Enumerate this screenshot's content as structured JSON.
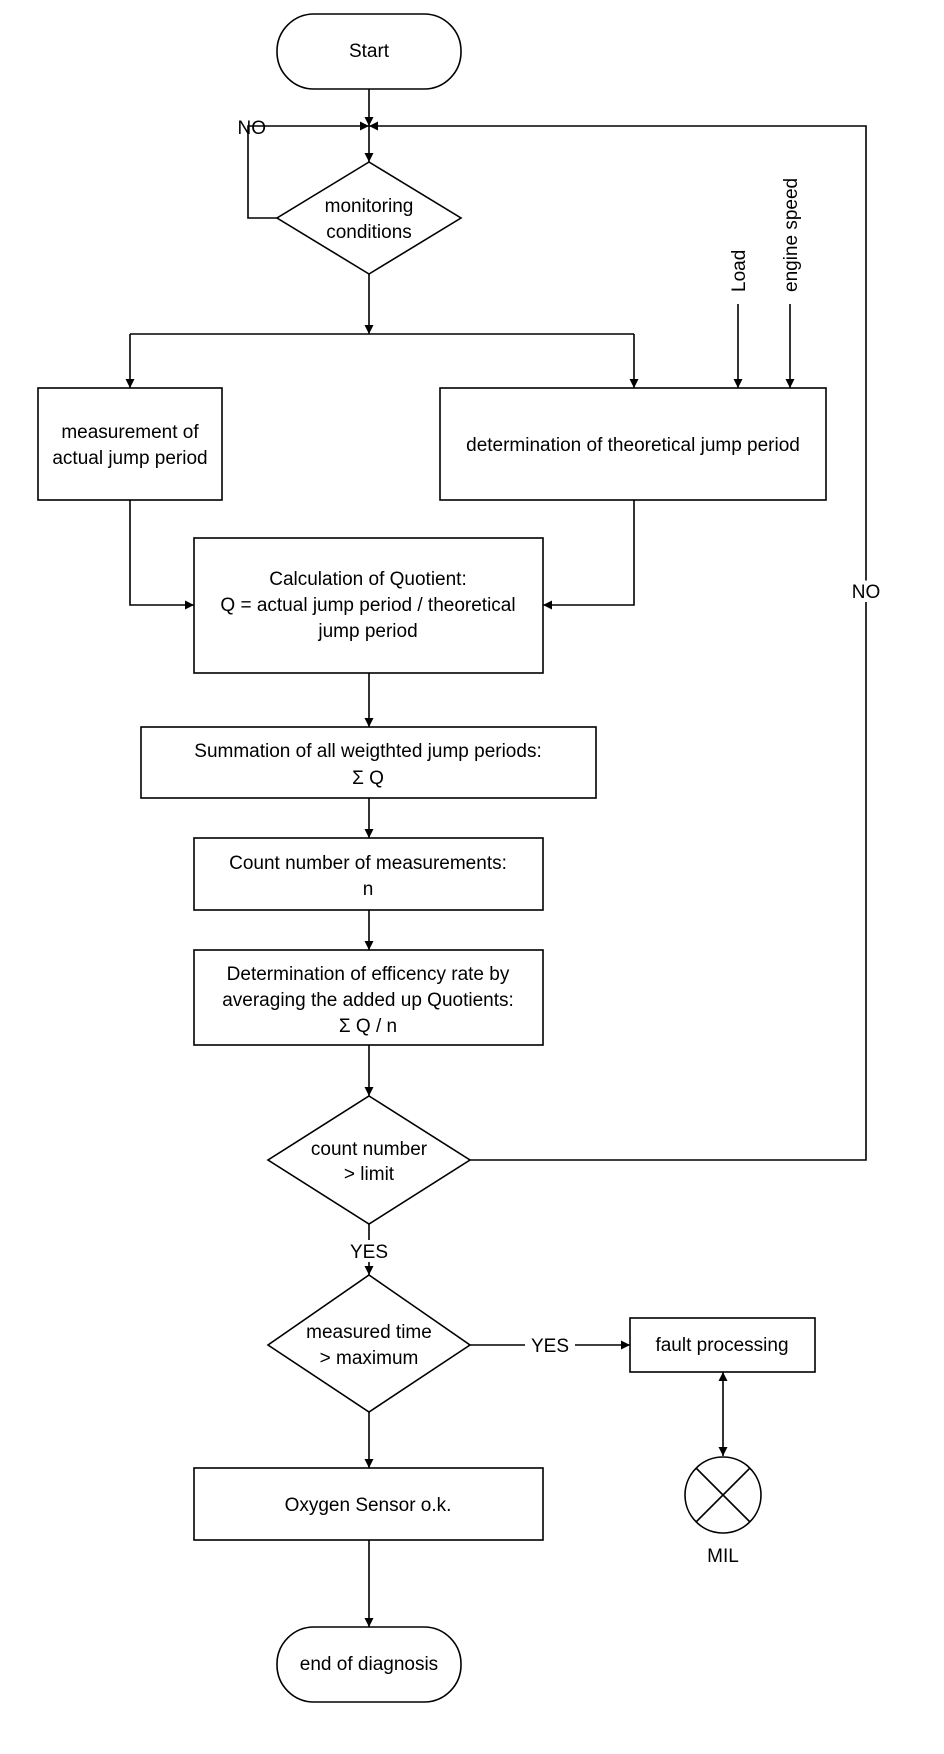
{
  "nodes": {
    "start": "Start",
    "monitoring_1": "monitoring",
    "monitoring_2": "conditions",
    "measurement_1": "measurement of",
    "measurement_2": "actual jump period",
    "determination": "determination of theoretical jump period",
    "load": "Load",
    "engine_speed": "engine speed",
    "calc_1": "Calculation of Quotient:",
    "calc_2": "Q = actual jump period / theoretical",
    "calc_3": "jump period",
    "summation_1": "Summation of all weigthted jump periods:",
    "summation_2": "Σ Q",
    "count_1": "Count number of measurements:",
    "count_2": "n",
    "efficiency_1": "Determination of efficency rate by",
    "efficiency_2": "averaging the added up Quotients:",
    "efficiency_3": "Σ Q / n",
    "count_limit_1": "count number",
    "count_limit_2": "> limit",
    "measured_time_1": "measured time",
    "measured_time_2": "> maximum",
    "fault": "fault processing",
    "mil": "MIL",
    "sensor_ok": "Oxygen Sensor o.k.",
    "end": "end of diagnosis"
  },
  "edge_labels": {
    "no_top": "NO",
    "no_right": "NO",
    "yes_limit": "YES",
    "yes_time": "YES"
  }
}
